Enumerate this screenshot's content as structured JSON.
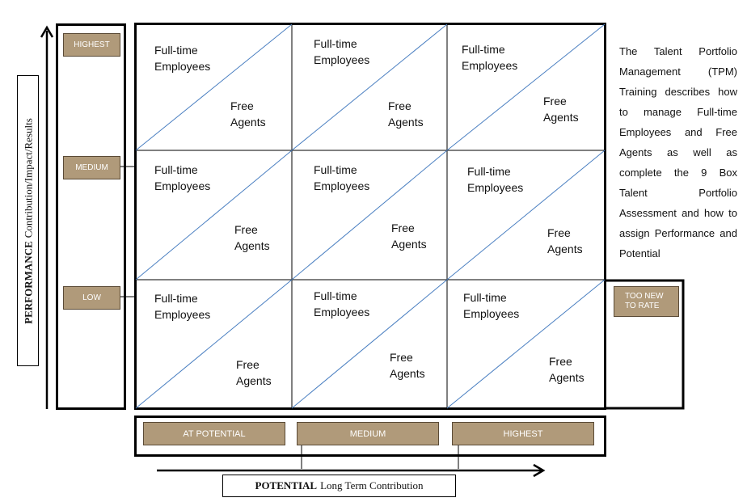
{
  "vertical_axis": {
    "title_bold": "PERFORMANCE",
    "title_rest": "Contribution/Impact/Results",
    "levels": [
      "HIGHEST",
      "MEDIUM",
      "LOW"
    ]
  },
  "horizontal_axis": {
    "title_bold": "POTENTIAL",
    "title_rest": "Long Term Contribution",
    "levels": [
      "AT POTENTIAL",
      "MEDIUM",
      "HIGHEST"
    ]
  },
  "grid": {
    "cells": [
      {
        "upper": "Full-time Employees",
        "lower": "Free Agents"
      },
      {
        "upper": "Full-time Employees",
        "lower": "Free Agents"
      },
      {
        "upper": "Full-time Employees",
        "lower": "Free Agents"
      },
      {
        "upper": "Full-time Employees",
        "lower": "Free Agents"
      },
      {
        "upper": "Full-time Employees",
        "lower": "Free Agents"
      },
      {
        "upper": "Full-time Employees",
        "lower": "Free Agents"
      },
      {
        "upper": "Full-time Employees",
        "lower": "Free Agents"
      },
      {
        "upper": "Full-time Employees",
        "lower": "Free Agents"
      },
      {
        "upper": "Full-time Employees",
        "lower": "Free Agents"
      }
    ]
  },
  "too_new": "TOO NEW TO RATE",
  "description": "The Talent Portfolio Management (TPM) Training describes how to manage Full-time Employees and Free Agents as well as complete the 9 Box Talent Portfolio Assessment and how to assign Performance and Potential",
  "colors": {
    "tag_fill": "#b09a7a",
    "diagonal": "#4a7fc1",
    "border": "#000000"
  }
}
